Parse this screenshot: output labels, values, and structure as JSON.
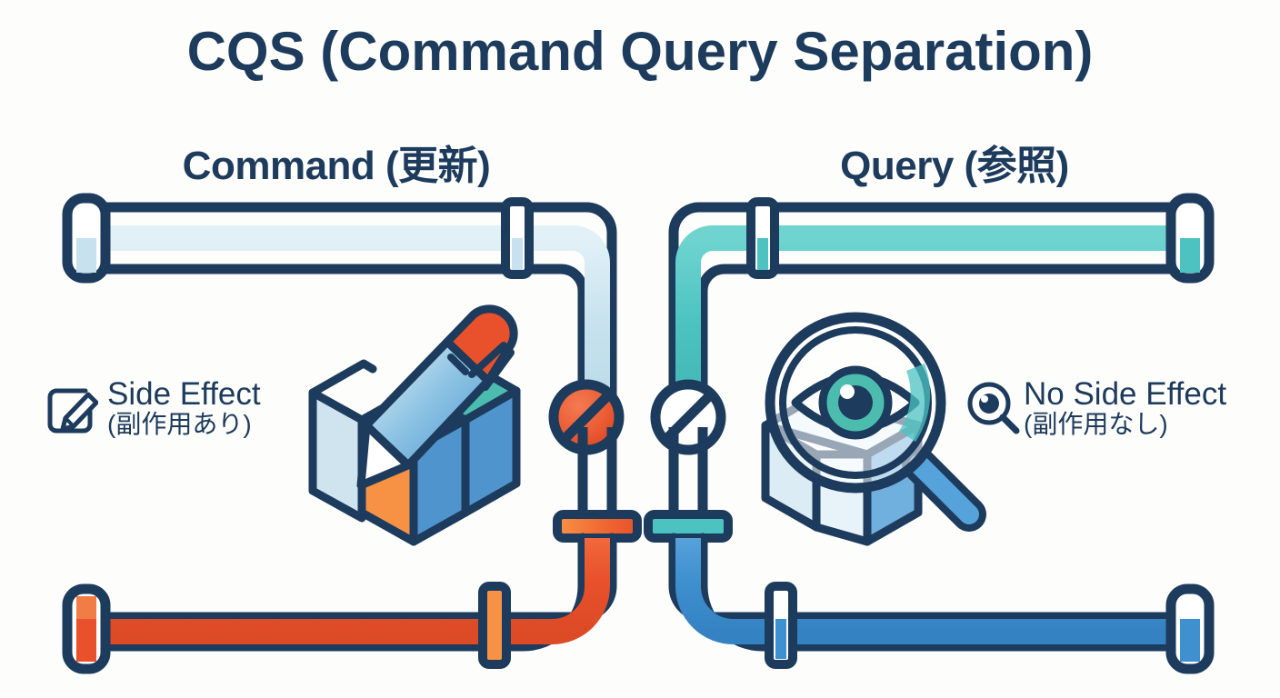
{
  "page": {
    "background_color": "#fdfdfb",
    "title": "CQS (Command Query Separation)"
  },
  "colors": {
    "outline_navy": "#1d3b5c",
    "text_navy": "#1d3b5c",
    "pale_blue_fill": "#c7e2ee",
    "teal_fill": "#4cc3c1",
    "orange_fill": "#e8512b",
    "orange_light": "#f79245",
    "blue_fill": "#3f90cf",
    "cube_orange": "#e8512b",
    "cube_orange_light": "#f79245",
    "cube_teal": "#4cbcae",
    "cube_blue": "#4f94cd",
    "cube_pale": "#cfe4ef"
  },
  "left_panel": {
    "subtitle": "Command (更新)",
    "annotation": {
      "icon": "edit-square-pencil-icon",
      "line1": "Side Effect",
      "line2": "(副作用あり)"
    },
    "illustration": "pen-writing-on-isometric-cubes",
    "pipes": {
      "inlet_fill": "#c7e2ee",
      "outlet_fill": "#e8512b",
      "valve": {
        "name": "blocked-valve",
        "state": "closed",
        "color": "#e8512b"
      }
    }
  },
  "right_panel": {
    "subtitle": "Query (参照)",
    "annotation": {
      "icon": "magnifier-eye-icon",
      "line1": "No Side Effect",
      "line2": "(副作用なし)"
    },
    "illustration": "magnifier-with-eye-over-isometric-cubes",
    "pipes": {
      "inlet_fill": "#4cc3c1",
      "outlet_fill": "#3f90cf",
      "valve": {
        "name": "open-valve",
        "state": "open",
        "color": "#ffffff"
      }
    }
  }
}
